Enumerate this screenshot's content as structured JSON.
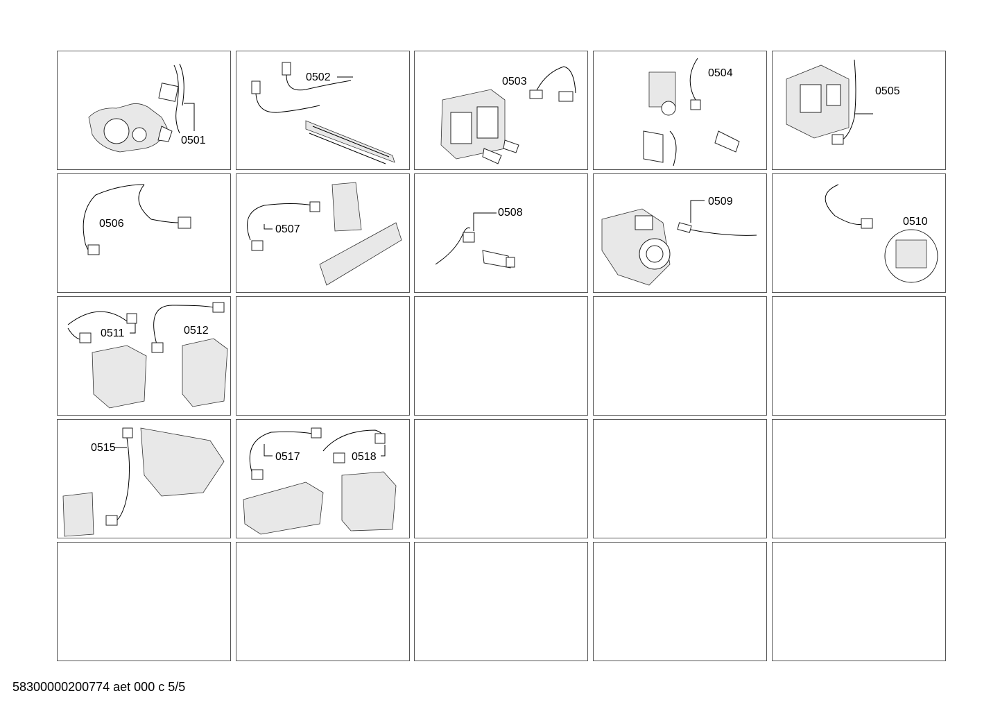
{
  "parts": [
    {
      "row": 0,
      "col": 0,
      "label": "0501"
    },
    {
      "row": 0,
      "col": 1,
      "label": "0502"
    },
    {
      "row": 0,
      "col": 2,
      "label": "0503"
    },
    {
      "row": 0,
      "col": 3,
      "label": "0504"
    },
    {
      "row": 0,
      "col": 4,
      "label": "0505"
    },
    {
      "row": 1,
      "col": 0,
      "label": "0506"
    },
    {
      "row": 1,
      "col": 1,
      "label": "0507"
    },
    {
      "row": 1,
      "col": 2,
      "label": "0508"
    },
    {
      "row": 1,
      "col": 3,
      "label": "0509"
    },
    {
      "row": 1,
      "col": 4,
      "label": "0510"
    },
    {
      "row": 2,
      "col": 0,
      "label": "0511"
    },
    {
      "row": 2,
      "col": 0,
      "label": "0512"
    },
    {
      "row": 3,
      "col": 0,
      "label": "0515"
    },
    {
      "row": 3,
      "col": 1,
      "label": "0517"
    },
    {
      "row": 3,
      "col": 1,
      "label": "0518"
    }
  ],
  "footer": "58300000200774 aet 000 c 5/5"
}
